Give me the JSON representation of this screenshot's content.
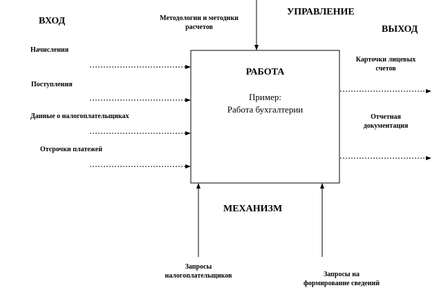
{
  "headers": {
    "input": "ВХОД",
    "control": "УПРАВЛЕНИЕ",
    "output": "ВЫХОД",
    "mechanism": "МЕХАНИЗМ"
  },
  "control_item": {
    "line1": "Методологии и методики",
    "line2": "расчетов"
  },
  "box": {
    "title": "РАБОТА",
    "subtitle": "Пример:",
    "name": "Работа бухгалтерии"
  },
  "inputs": [
    "Начисления",
    "Поступления",
    "Данные о налогоплательщиках",
    "Отсрочки платежей"
  ],
  "outputs": [
    {
      "line1": "Карточки лицевых",
      "line2": "счетов"
    },
    {
      "line1": "Отчетная",
      "line2": "документация"
    }
  ],
  "mechanisms": [
    {
      "line1": "Запросы",
      "line2": "налогоплательщиков"
    },
    {
      "line1": "Запросы на",
      "line2": "формирование сведений"
    }
  ]
}
